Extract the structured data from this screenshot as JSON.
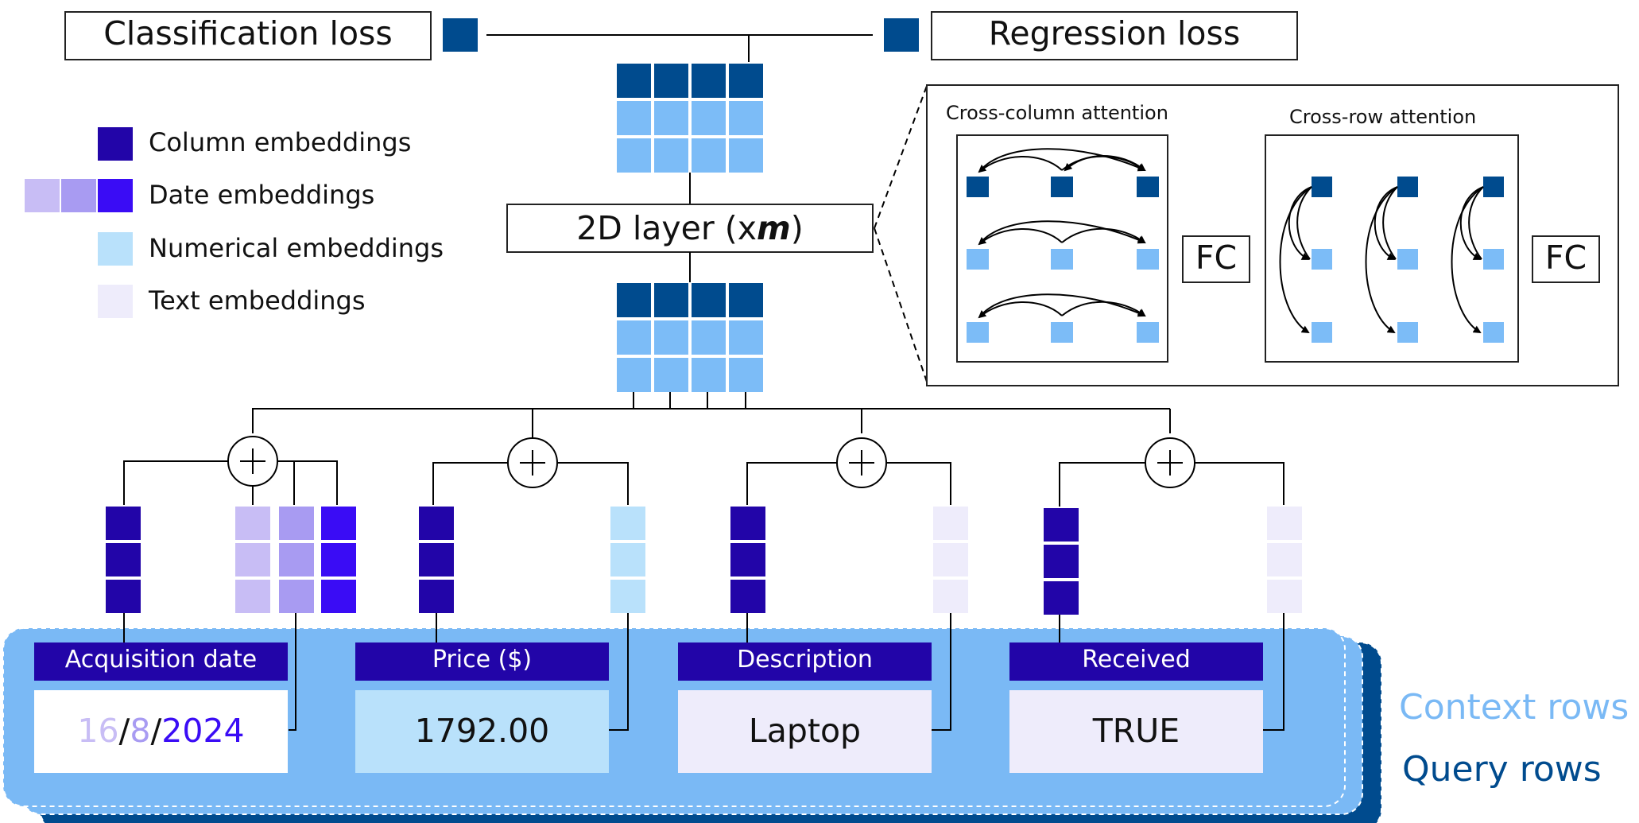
{
  "losses": {
    "classification": "Classification loss",
    "regression": "Regression loss"
  },
  "legend": {
    "column": "Column embeddings",
    "date": "Date embeddings",
    "numerical": "Numerical embeddings",
    "text": "Text embeddings"
  },
  "layer": {
    "prefix": "2D layer (x",
    "italic": "m",
    "suffix": ")"
  },
  "attention": {
    "cross_column": "Cross-column attention",
    "cross_row": "Cross-row attention",
    "fc": "FC"
  },
  "columns": [
    {
      "header": "Acquisition date",
      "value_parts": [
        "16",
        "/",
        "8",
        "/",
        "2024"
      ]
    },
    {
      "header": "Price ($)",
      "value": "1792.00"
    },
    {
      "header": "Description",
      "value": "Laptop"
    },
    {
      "header": "Received",
      "value": "TRUE"
    }
  ],
  "rows": {
    "context": "Context rows",
    "query": "Query rows"
  },
  "colors": {
    "column_embedding": "#2205a8",
    "date_light": "#c8bdf5",
    "date_mid": "#a89bf2",
    "date_dark": "#3a0cf5",
    "numerical_embedding": "#b9e1fb",
    "text_embedding": "#eeecfb",
    "output_dark": "#004b8e",
    "output_light": "#7cbcf7",
    "context_rows": "#7ab9f5",
    "query_rows": "#004b8e",
    "header_bg": "#2205a8"
  }
}
